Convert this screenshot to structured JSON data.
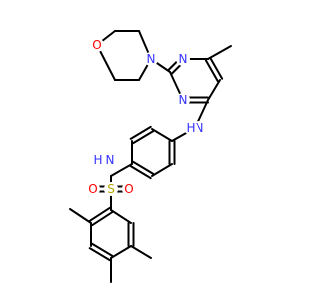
{
  "colors": {
    "background": "#ffffff",
    "bond": "#000000",
    "nitrogen": "#3333ff",
    "oxygen": "#ff0000",
    "sulfur": "#b8a800"
  },
  "atoms": {
    "o_morpholine": {
      "text": "O",
      "color": "oxygen"
    },
    "n_morpholine": {
      "text": "N",
      "color": "nitrogen"
    },
    "n_pyrimidine_upper": {
      "text": "N",
      "color": "nitrogen"
    },
    "n_pyrimidine_lower": {
      "text": "N",
      "color": "nitrogen"
    },
    "n_amine": {
      "text": "N",
      "color": "nitrogen"
    },
    "h_amine": {
      "text": "H",
      "color": "nitrogen"
    },
    "n_sulfonamide": {
      "text": "N",
      "color": "nitrogen"
    },
    "h_sulfonamide": {
      "text": "H",
      "color": "nitrogen"
    },
    "s_sulfonyl": {
      "text": "S",
      "color": "sulfur"
    },
    "o_sulfonyl_left": {
      "text": "O",
      "color": "oxygen"
    },
    "o_sulfonyl_right": {
      "text": "O",
      "color": "oxygen"
    }
  }
}
